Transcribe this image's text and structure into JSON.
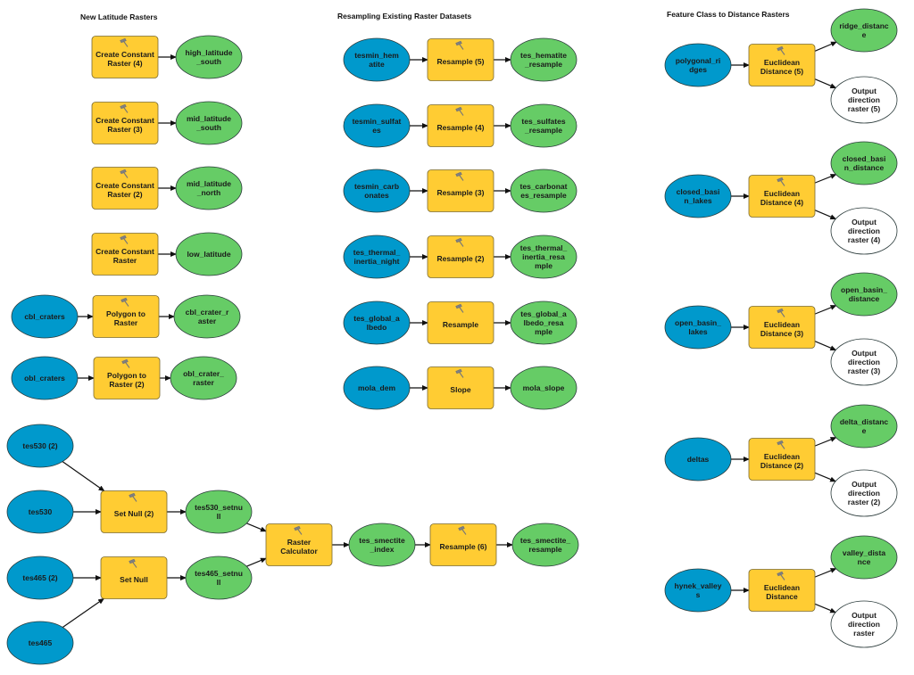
{
  "titles": {
    "latitude": "New Latitude Rasters",
    "resampling": "Resampling Existing Raster Datasets",
    "distance": "Feature Class to Distance Rasters"
  },
  "colors": {
    "input": "#0099cc",
    "tool": "#ffcc33",
    "output": "#66cc66",
    "empty": "#ffffff"
  },
  "nodes": [
    {
      "id": "cc4",
      "type": "tool",
      "lines": [
        "Create Constant",
        "Raster (4)"
      ]
    },
    {
      "id": "hls",
      "type": "output",
      "lines": [
        "high_latitude",
        "_south"
      ]
    },
    {
      "id": "cc3",
      "type": "tool",
      "lines": [
        "Create Constant",
        "Raster (3)"
      ]
    },
    {
      "id": "mls",
      "type": "output",
      "lines": [
        "mid_latitude",
        "_south"
      ]
    },
    {
      "id": "cc2",
      "type": "tool",
      "lines": [
        "Create Constant",
        "Raster (2)"
      ]
    },
    {
      "id": "mln",
      "type": "output",
      "lines": [
        "mid_latitude",
        "_north"
      ]
    },
    {
      "id": "cc1",
      "type": "tool",
      "lines": [
        "Create Constant",
        "Raster"
      ]
    },
    {
      "id": "ll",
      "type": "output",
      "lines": [
        "low_latitude"
      ]
    },
    {
      "id": "cblc",
      "type": "input",
      "lines": [
        "cbl_craters"
      ]
    },
    {
      "id": "ptr1",
      "type": "tool",
      "lines": [
        "Polygon to",
        "Raster"
      ]
    },
    {
      "id": "cblr",
      "type": "output",
      "lines": [
        "cbl_crater_r",
        "aster"
      ]
    },
    {
      "id": "oblc",
      "type": "input",
      "lines": [
        "obl_craters"
      ]
    },
    {
      "id": "ptr2",
      "type": "tool",
      "lines": [
        "Polygon to",
        "Raster (2)"
      ]
    },
    {
      "id": "oblr",
      "type": "output",
      "lines": [
        "obl_crater_",
        "raster"
      ]
    },
    {
      "id": "hem",
      "type": "input",
      "lines": [
        "tesmin_hem",
        "atite"
      ]
    },
    {
      "id": "rs5",
      "type": "tool",
      "lines": [
        "Resample (5)"
      ]
    },
    {
      "id": "hemr",
      "type": "output",
      "lines": [
        "tes_hematite",
        "_resample"
      ]
    },
    {
      "id": "sul",
      "type": "input",
      "lines": [
        "tesmin_sulfat",
        "es"
      ]
    },
    {
      "id": "rs4",
      "type": "tool",
      "lines": [
        "Resample (4)"
      ]
    },
    {
      "id": "sulr",
      "type": "output",
      "lines": [
        "tes_sulfates",
        "_resample"
      ]
    },
    {
      "id": "carb",
      "type": "input",
      "lines": [
        "tesmin_carb",
        "onates"
      ]
    },
    {
      "id": "rs3",
      "type": "tool",
      "lines": [
        "Resample (3)"
      ]
    },
    {
      "id": "carbr",
      "type": "output",
      "lines": [
        "tes_carbonat",
        "es_resample"
      ]
    },
    {
      "id": "ti",
      "type": "input",
      "lines": [
        "tes_thermal_",
        "inertia_night"
      ]
    },
    {
      "id": "rs2",
      "type": "tool",
      "lines": [
        "Resample (2)"
      ]
    },
    {
      "id": "tir",
      "type": "output",
      "lines": [
        "tes_thermal_",
        "inertia_resa",
        "mple"
      ]
    },
    {
      "id": "alb",
      "type": "input",
      "lines": [
        "tes_global_a",
        "lbedo"
      ]
    },
    {
      "id": "rs1",
      "type": "tool",
      "lines": [
        "Resample"
      ]
    },
    {
      "id": "albr",
      "type": "output",
      "lines": [
        "tes_global_a",
        "lbedo_resa",
        "mple"
      ]
    },
    {
      "id": "dem",
      "type": "input",
      "lines": [
        "mola_dem"
      ]
    },
    {
      "id": "slope",
      "type": "tool",
      "lines": [
        "Slope"
      ]
    },
    {
      "id": "mslope",
      "type": "output",
      "lines": [
        "mola_slope"
      ]
    },
    {
      "id": "ridges",
      "type": "input",
      "lines": [
        "polygonal_ri",
        "dges"
      ]
    },
    {
      "id": "ed5",
      "type": "tool",
      "lines": [
        "Euclidean",
        "Distance (5)"
      ]
    },
    {
      "id": "ridged",
      "type": "output",
      "lines": [
        "ridge_distanc",
        "e"
      ]
    },
    {
      "id": "odr5",
      "type": "empty",
      "lines": [
        "Output",
        "direction",
        "raster (5)"
      ]
    },
    {
      "id": "cbl",
      "type": "input",
      "lines": [
        "closed_basi",
        "n_lakes"
      ]
    },
    {
      "id": "ed4",
      "type": "tool",
      "lines": [
        "Euclidean",
        "Distance (4)"
      ]
    },
    {
      "id": "cbd",
      "type": "output",
      "lines": [
        "closed_basi",
        "n_distance"
      ]
    },
    {
      "id": "odr4",
      "type": "empty",
      "lines": [
        "Output",
        "direction",
        "raster (4)"
      ]
    },
    {
      "id": "obl",
      "type": "input",
      "lines": [
        "open_basin_",
        "lakes"
      ]
    },
    {
      "id": "ed3",
      "type": "tool",
      "lines": [
        "Euclidean",
        "Distance (3)"
      ]
    },
    {
      "id": "obd",
      "type": "output",
      "lines": [
        "open_basin_",
        "distance"
      ]
    },
    {
      "id": "odr3",
      "type": "empty",
      "lines": [
        "Output",
        "direction",
        "raster (3)"
      ]
    },
    {
      "id": "deltas",
      "type": "input",
      "lines": [
        "deltas"
      ]
    },
    {
      "id": "ed2",
      "type": "tool",
      "lines": [
        "Euclidean",
        "Distance (2)"
      ]
    },
    {
      "id": "dd",
      "type": "output",
      "lines": [
        "delta_distanc",
        "e"
      ]
    },
    {
      "id": "odr2",
      "type": "empty",
      "lines": [
        "Output",
        "direction",
        "raster (2)"
      ]
    },
    {
      "id": "hv",
      "type": "input",
      "lines": [
        "hynek_valley",
        "s"
      ]
    },
    {
      "id": "ed1",
      "type": "tool",
      "lines": [
        "Euclidean",
        "Distance"
      ]
    },
    {
      "id": "vd",
      "type": "output",
      "lines": [
        "valley_dista",
        "nce"
      ]
    },
    {
      "id": "odr1",
      "type": "empty",
      "lines": [
        "Output",
        "direction",
        "raster"
      ]
    },
    {
      "id": "t530b",
      "type": "input",
      "lines": [
        "tes530 (2)"
      ]
    },
    {
      "id": "t530",
      "type": "input",
      "lines": [
        "tes530"
      ]
    },
    {
      "id": "t465b",
      "type": "input",
      "lines": [
        "tes465 (2)"
      ]
    },
    {
      "id": "t465",
      "type": "input",
      "lines": [
        "tes465"
      ]
    },
    {
      "id": "sn2",
      "type": "tool",
      "lines": [
        "Set Null (2)"
      ]
    },
    {
      "id": "sn1",
      "type": "tool",
      "lines": [
        "Set Null"
      ]
    },
    {
      "id": "s530",
      "type": "output",
      "lines": [
        "tes530_setnu",
        "ll"
      ]
    },
    {
      "id": "s465",
      "type": "output",
      "lines": [
        "tes465_setnu",
        "ll"
      ]
    },
    {
      "id": "rc",
      "type": "tool",
      "lines": [
        "Raster",
        "Calculator"
      ]
    },
    {
      "id": "smi",
      "type": "output",
      "lines": [
        "tes_smectite",
        "_index"
      ]
    },
    {
      "id": "rs6",
      "type": "tool",
      "lines": [
        "Resample (6)"
      ]
    },
    {
      "id": "smr",
      "type": "output",
      "lines": [
        "tes_smectite_",
        "resample"
      ]
    }
  ],
  "edges": [
    [
      "cc4",
      "hls"
    ],
    [
      "cc3",
      "mls"
    ],
    [
      "cc2",
      "mln"
    ],
    [
      "cc1",
      "ll"
    ],
    [
      "cblc",
      "ptr1"
    ],
    [
      "ptr1",
      "cblr"
    ],
    [
      "oblc",
      "ptr2"
    ],
    [
      "ptr2",
      "oblr"
    ],
    [
      "hem",
      "rs5"
    ],
    [
      "rs5",
      "hemr"
    ],
    [
      "sul",
      "rs4"
    ],
    [
      "rs4",
      "sulr"
    ],
    [
      "carb",
      "rs3"
    ],
    [
      "rs3",
      "carbr"
    ],
    [
      "ti",
      "rs2"
    ],
    [
      "rs2",
      "tir"
    ],
    [
      "alb",
      "rs1"
    ],
    [
      "rs1",
      "albr"
    ],
    [
      "dem",
      "slope"
    ],
    [
      "slope",
      "mslope"
    ],
    [
      "ridges",
      "ed5"
    ],
    [
      "ed5",
      "ridged"
    ],
    [
      "ed5",
      "odr5"
    ],
    [
      "cbl",
      "ed4"
    ],
    [
      "ed4",
      "cbd"
    ],
    [
      "ed4",
      "odr4"
    ],
    [
      "obl",
      "ed3"
    ],
    [
      "ed3",
      "obd"
    ],
    [
      "ed3",
      "odr3"
    ],
    [
      "deltas",
      "ed2"
    ],
    [
      "ed2",
      "dd"
    ],
    [
      "ed2",
      "odr2"
    ],
    [
      "hv",
      "ed1"
    ],
    [
      "ed1",
      "vd"
    ],
    [
      "ed1",
      "odr1"
    ],
    [
      "t530b",
      "sn2"
    ],
    [
      "t530",
      "sn2"
    ],
    [
      "t465b",
      "sn1"
    ],
    [
      "t465",
      "sn1"
    ],
    [
      "sn2",
      "s530"
    ],
    [
      "sn1",
      "s465"
    ],
    [
      "s530",
      "rc"
    ],
    [
      "s465",
      "rc"
    ],
    [
      "rc",
      "smi"
    ],
    [
      "smi",
      "rs6"
    ],
    [
      "rs6",
      "smr"
    ]
  ]
}
